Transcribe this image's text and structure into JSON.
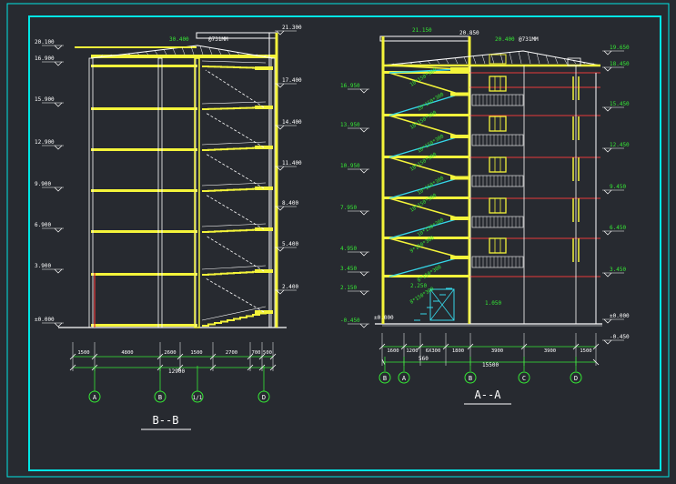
{
  "colors": {
    "background": "#272a30",
    "frame": "#00e5e5",
    "structure": "#f4f43a",
    "lines": "#ffffff",
    "elevation_text": "#ffffff",
    "floor_text": "#35e835",
    "dimension": "#35e835",
    "accent_red": "#e83a3a",
    "stair_cyan": "#35d6e8",
    "grid_bubble": "#35e835"
  },
  "section_bb": {
    "title": "B--B",
    "roof_note": "30.400",
    "roof_note2": "@731MM",
    "left_levels": [
      "20.100",
      "16.900",
      "15.900",
      "12.900",
      "9.900",
      "6.900",
      "3.900",
      "±0.000"
    ],
    "right_levels": [
      "21.300",
      "17.400",
      "14.400",
      "11.400",
      "8.400",
      "5.400",
      "2.400"
    ],
    "dims": [
      "1500",
      "4800",
      "2600",
      "1500",
      "2700",
      "700",
      "500"
    ],
    "total": "12900",
    "axes": [
      "A",
      "B",
      "1/1",
      "D"
    ]
  },
  "section_aa": {
    "title": "A--A",
    "roof_note_left": "21.150",
    "roof_note_mid": "20.850",
    "roof_note_right": "20.400",
    "roof_note_tag": "@731MM",
    "left_levels": [
      "16.950",
      "13.950",
      "10.950",
      "7.950",
      "4.950",
      "3.450",
      "2.150",
      "-0.450"
    ],
    "ground_left": "±0.000",
    "entry_levels": [
      "2.250",
      "1.050"
    ],
    "right_levels": [
      "19.650",
      "18.450",
      "15.450",
      "12.450",
      "9.450",
      "6.450",
      "3.450",
      "±0.000",
      "-0.450"
    ],
    "stair_notes": [
      "10*150*300",
      "10*150*300",
      "10*150*300",
      "10*150*300",
      "10*150*300",
      "10*150*300",
      "10*150*300",
      "10*150*300",
      "9*150*300",
      "8*150*300",
      "8*150*300"
    ],
    "dims": [
      "1600",
      "1200",
      "6X300",
      "1800",
      "3900",
      "3900",
      "1500"
    ],
    "sub_dim": "560",
    "total": "15500",
    "axes": [
      "B",
      "A",
      "B",
      "C",
      "D"
    ]
  }
}
